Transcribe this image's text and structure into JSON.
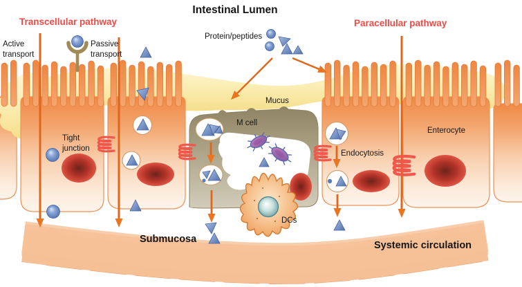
{
  "title": "Intestinal Lumen",
  "annotations": {
    "transcellular": "Transcellular pathway",
    "paracellular": "Paracellular pathway",
    "active_transport": "Active transport",
    "passive_transport": "Passive transport",
    "protein_peptides": "Protein/peptides",
    "mucus": "Mucus",
    "m_cell": "M cell",
    "tight_junction": "Tight junction",
    "enterocyte": "Enterocyte",
    "endocytosis": "Endocytosis",
    "dcs": "DCs",
    "submucosa": "Submucosa",
    "systemic_circulation": "Systemic circulation"
  },
  "colors": {
    "pathway_label_red": "#ed4b45",
    "arrow_orange": "#e0661c",
    "particle_blue": "#6d8ec8",
    "mucus_yellow": "#f8e595",
    "m_cell_olive": "#a39876",
    "cell_orange": "#f09452",
    "nucleus_red": "#d6453a",
    "vessel_red": "#f0544a",
    "tight_junction_coil": "#ef584b",
    "dc_nucleus_teal": "#5d979e",
    "receptor_tan": "#a18a55"
  }
}
